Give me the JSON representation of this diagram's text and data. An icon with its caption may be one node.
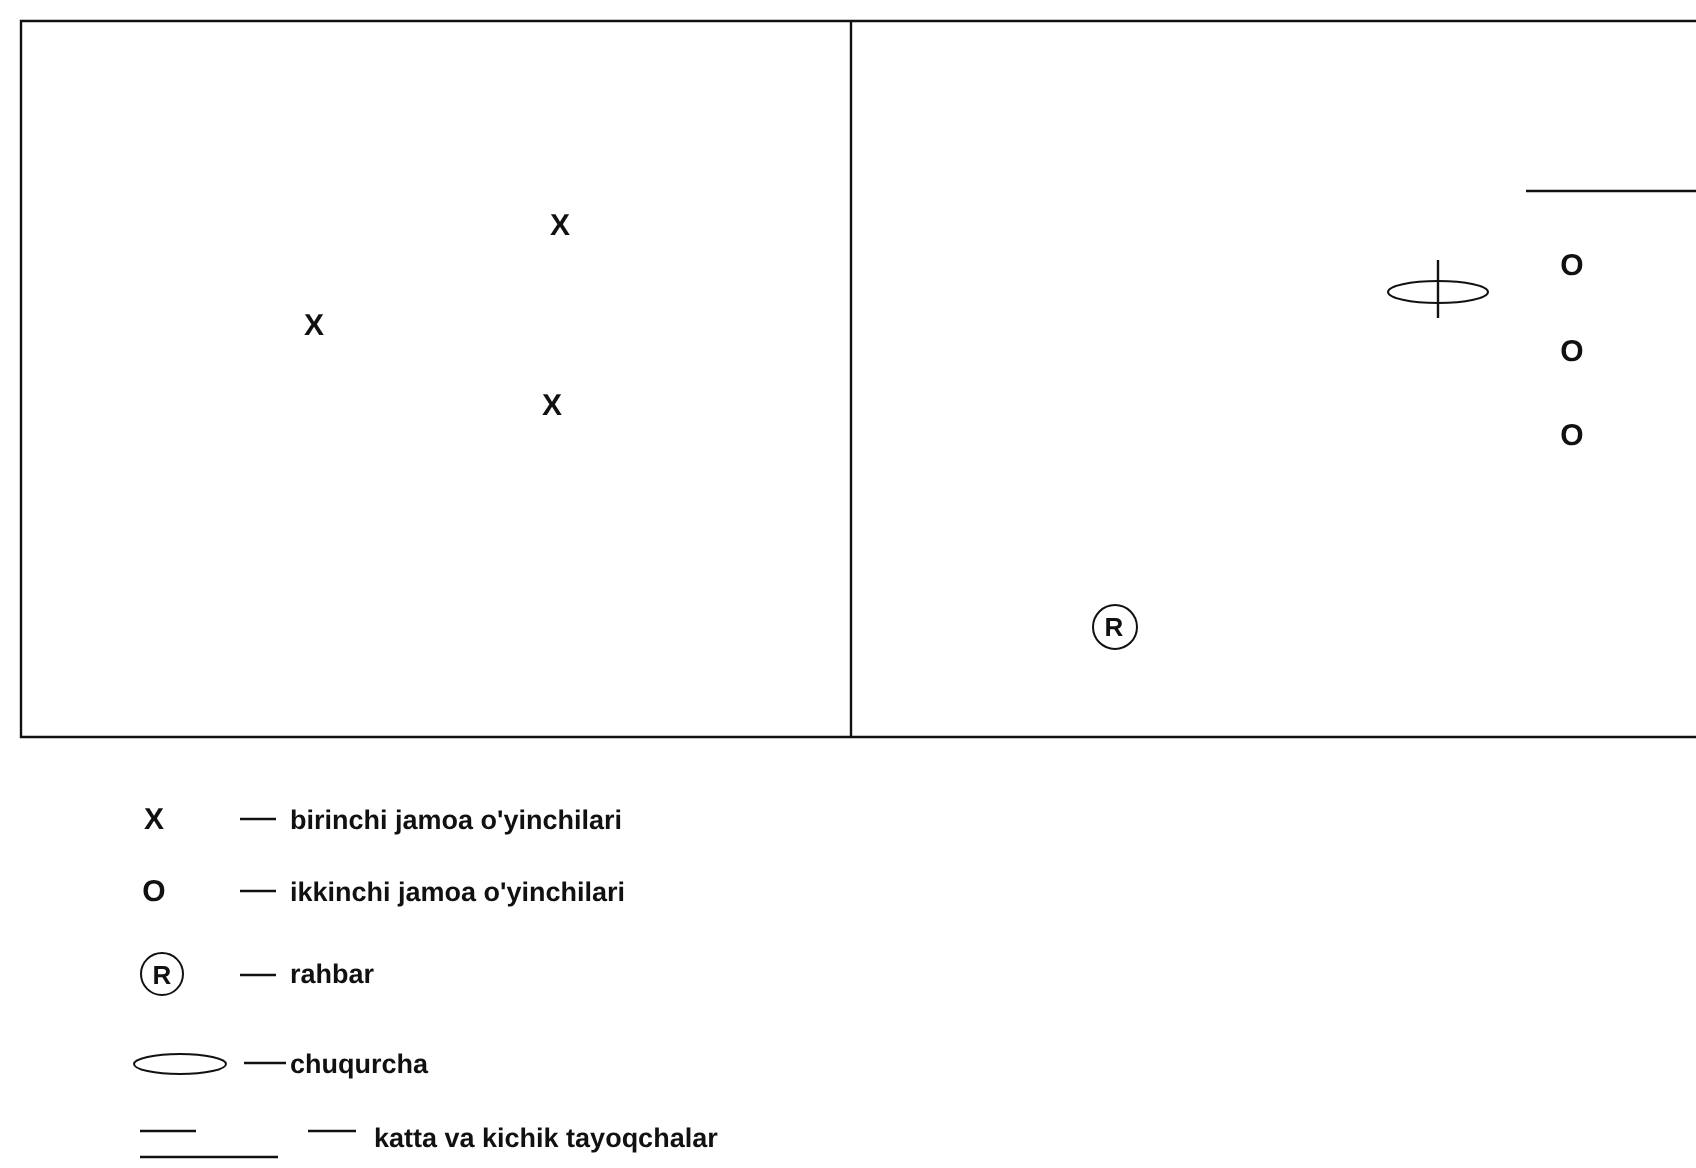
{
  "diagram": {
    "nodes": [
      {
        "text": [
          "R"
        ]
      },
      {
        "text": [
          "R"
        ]
      }
    ],
    "labels": [
      "X",
      "X",
      "X",
      "O",
      "O",
      "O",
      "X",
      "O"
    ],
    "legend": [
      {
        "text": "birinchi jamoa o'yinchilari"
      },
      {
        "text": "ikkinchi jamoa o'yinchilari"
      },
      {
        "text": "rahbar"
      },
      {
        "text": "chuqurcha"
      },
      {
        "text": "katta va kichik tayoqchalar"
      }
    ]
  }
}
